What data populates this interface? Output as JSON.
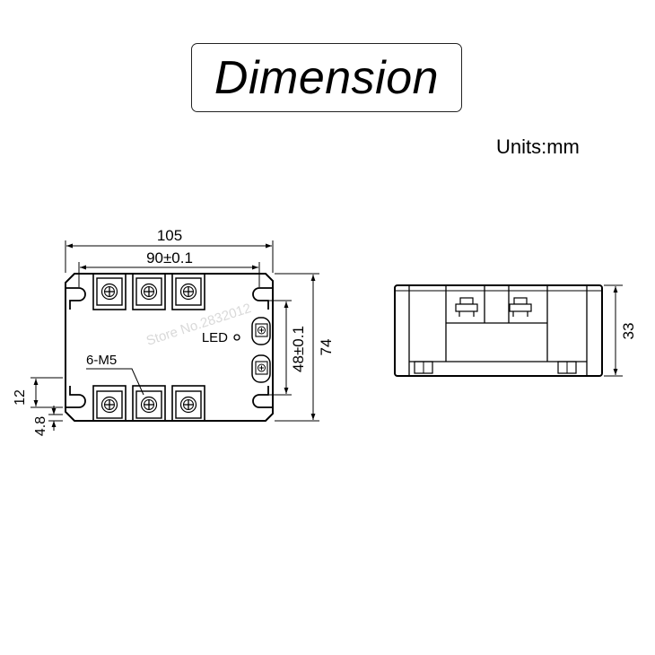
{
  "header": {
    "title": "Dimension",
    "units": "Units:mm"
  },
  "front_view": {
    "dim_overall_width": "105",
    "dim_terminal_pitch": "90±0.1",
    "dim_overall_height": "74",
    "dim_hole_spacing": "48±0.1",
    "dim_slot_height": "12",
    "dim_slot_offset": "4.8",
    "terminal_label": "6-M5",
    "led_label": "LED"
  },
  "side_view": {
    "dim_height": "33"
  },
  "watermark": "Store No.2832012"
}
